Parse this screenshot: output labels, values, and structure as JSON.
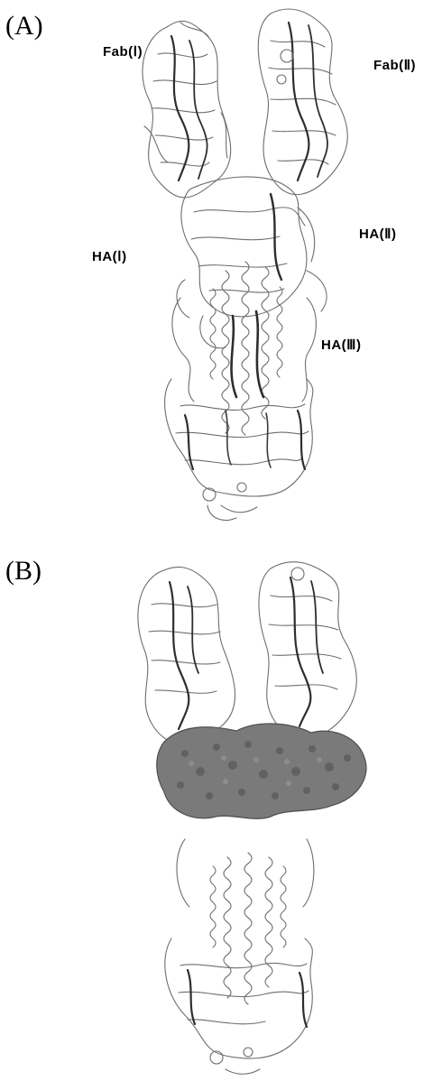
{
  "panels": [
    {
      "label": "(A)",
      "callouts": {
        "fab_1": "Fab(Ⅰ)",
        "fab_2": "Fab(Ⅱ)",
        "ha_1": "HA(Ⅰ)",
        "ha_2": "HA(Ⅱ)",
        "ha_3": "HA(Ⅲ)"
      },
      "render_style": "ribbon"
    },
    {
      "label": "(B)",
      "render_style": "ribbon with space-filling epitope"
    }
  ],
  "colors": {
    "ribbon": "#6e6e6e",
    "ribbon_light": "#b4b4b4",
    "ribbon_dark": "#2e2e2e",
    "sphere_fill": "#7a7a7a",
    "sphere_dark": "#4d4d4d"
  }
}
